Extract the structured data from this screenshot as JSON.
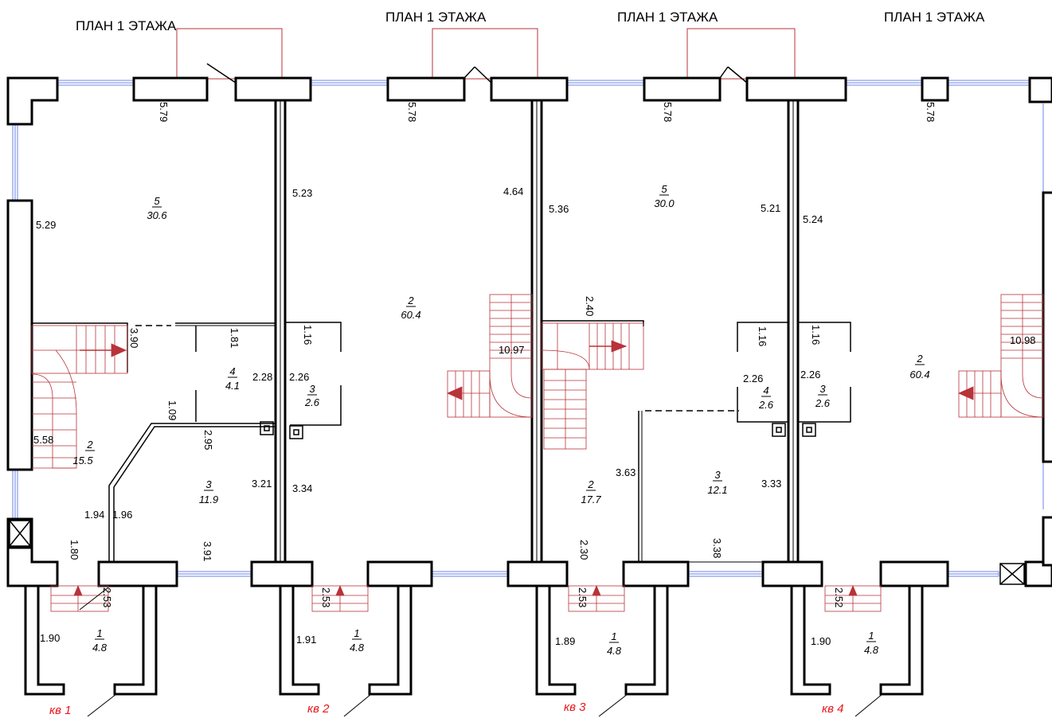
{
  "titles": [
    "ПЛАН 1 ЭТАЖА",
    "ПЛАН 1 ЭТАЖА",
    "ПЛАН 1 ЭТАЖА",
    "ПЛАН 1 ЭТАЖА"
  ],
  "apartments": [
    "кв 1",
    "кв 2",
    "кв 3",
    "кв 4"
  ],
  "rooms": [
    {
      "num": "5",
      "area": "30.6"
    },
    {
      "num": "2",
      "area": "15.5"
    },
    {
      "num": "4",
      "area": "4.1"
    },
    {
      "num": "3",
      "area": "11.9"
    },
    {
      "num": "1",
      "area": "4.8"
    },
    {
      "num": "2",
      "area": "60.4"
    },
    {
      "num": "3",
      "area": "2.6"
    },
    {
      "num": "1",
      "area": "4.8"
    },
    {
      "num": "5",
      "area": "30.0"
    },
    {
      "num": "2",
      "area": "17.7"
    },
    {
      "num": "3",
      "area": "12.1"
    },
    {
      "num": "4",
      "area": "2.6"
    },
    {
      "num": "1",
      "area": "4.8"
    },
    {
      "num": "2",
      "area": "60.4"
    },
    {
      "num": "3",
      "area": "2.6"
    },
    {
      "num": "1",
      "area": "4.8"
    }
  ],
  "dimensions": {
    "horizontal": [
      "5.29",
      "5.23",
      "4.64",
      "5.36",
      "5.21",
      "5.24",
      "10.97",
      "10.98",
      "5.58",
      "2.28",
      "2.26",
      "3.21",
      "3.34",
      "1.94",
      "1.96",
      "3.63",
      "3.33",
      "2.26",
      "2.26",
      "1.90",
      "1.91",
      "1.89",
      "1.90"
    ],
    "vertical": [
      "5.79",
      "5.78",
      "5.78",
      "5.78",
      "3.90",
      "1.81",
      "1.16",
      "1.09",
      "2.95",
      "1.80",
      "3.91",
      "2.53",
      "2.53",
      "2.40",
      "1.16",
      "1.16",
      "2.30",
      "3.38",
      "2.53",
      "2.52"
    ]
  }
}
